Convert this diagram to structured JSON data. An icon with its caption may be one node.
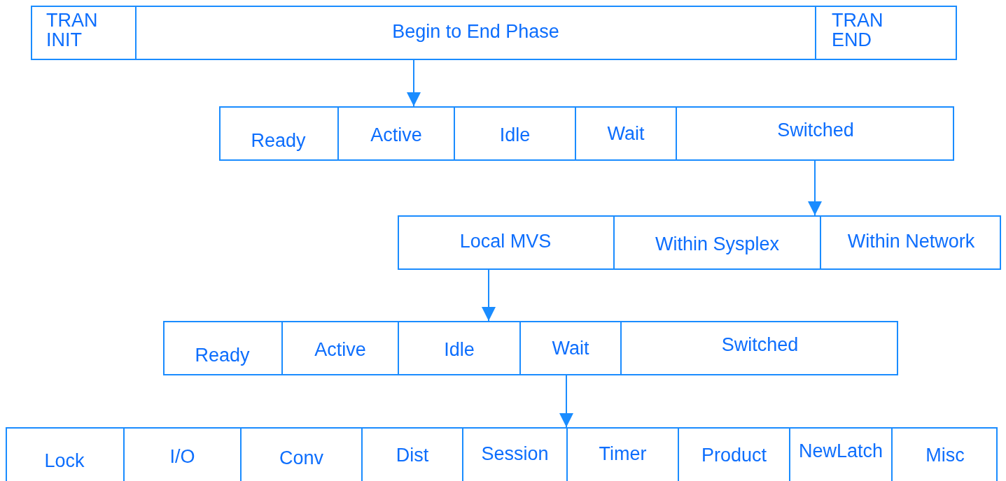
{
  "diagram": {
    "nodes": [
      {
        "text": [],
        "shape": "box"
      },
      {
        "text": [
          "TRAN INIT"
        ],
        "in": 0
      },
      {
        "text": [
          "Begin to End Phase"
        ],
        "in": 0
      },
      {
        "text": [
          "TRAN END"
        ],
        "in": 0
      },
      {
        "text": [],
        "shape": "box"
      },
      {
        "text": [
          "Ready"
        ],
        "in": 4
      },
      {
        "text": [
          "Active"
        ],
        "in": 4
      },
      {
        "text": [
          "Idle"
        ],
        "in": 4
      },
      {
        "text": [
          "Wait"
        ],
        "in": 4
      },
      {
        "text": [
          "Switched"
        ],
        "in": 4
      },
      {
        "text": [],
        "shape": "box"
      },
      {
        "text": [
          "Local MVS"
        ],
        "in": 10
      },
      {
        "text": [
          "Within Sysplex"
        ],
        "in": 10
      },
      {
        "text": [
          "Within Network"
        ],
        "in": 10
      },
      {
        "text": [],
        "shape": "box"
      },
      {
        "text": [
          "Ready"
        ],
        "in": 14
      },
      {
        "text": [
          "Active"
        ],
        "in": 14
      },
      {
        "text": [
          "Idle"
        ],
        "in": 14
      },
      {
        "text": [
          "Wait"
        ],
        "in": 14
      },
      {
        "text": [
          "Switched"
        ],
        "in": 14
      },
      {
        "text": [],
        "shape": "box"
      },
      {
        "text": [
          "Lock"
        ],
        "in": 20
      },
      {
        "text": [
          "I/O"
        ],
        "in": 20
      },
      {
        "text": [
          "Conv"
        ],
        "in": 20
      },
      {
        "text": [
          "Dist"
        ],
        "in": 20
      },
      {
        "text": [
          "Session"
        ],
        "in": 20
      },
      {
        "text": [
          "Timer"
        ],
        "in": 20
      },
      {
        "text": [
          "Product"
        ],
        "in": 20
      },
      {
        "text": [
          "NewLatch"
        ],
        "in": 20
      },
      {
        "text": [
          "Misc"
        ],
        "in": 20
      }
    ],
    "edges": [
      {
        "from": 2,
        "to": 4,
        "arrow": "to"
      },
      {
        "from": 9,
        "to": 10,
        "arrow": "to"
      },
      {
        "from": 11,
        "to": 14,
        "arrow": "to"
      },
      {
        "from": 18,
        "to": 20,
        "arrow": "to"
      }
    ]
  }
}
